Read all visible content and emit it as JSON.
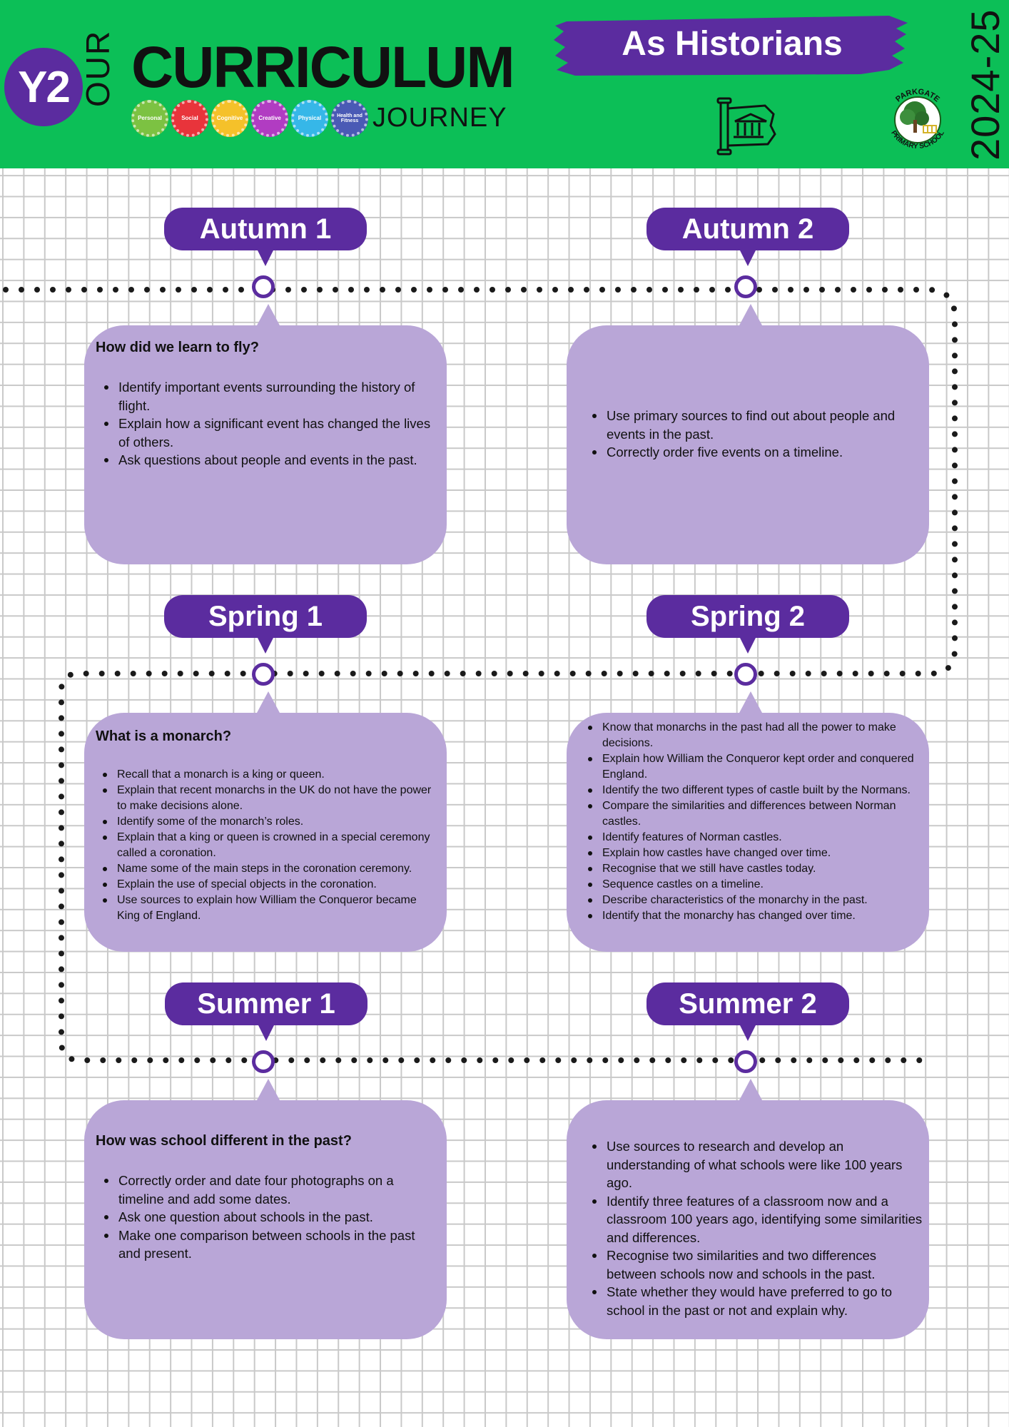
{
  "header": {
    "year_badge": "Y2",
    "our": "OUR",
    "curriculum": "CURRICULUM",
    "journey": "JOURNEY",
    "gears": [
      {
        "label": "Personal",
        "color": "#7cc242"
      },
      {
        "label": "Social",
        "color": "#e8343b"
      },
      {
        "label": "Cognitive",
        "color": "#f5c12a"
      },
      {
        "label": "Creative",
        "color": "#b13cc2"
      },
      {
        "label": "Physical",
        "color": "#36b7e8"
      },
      {
        "label": "Health and Fitness",
        "color": "#4a5ab5"
      }
    ],
    "subject": "As Historians",
    "academic_year": "2024-25",
    "school_name_top": "PARKGATE",
    "school_name_bottom": "PRIMARY SCHOOL",
    "brand_green": "#0cbf57",
    "brand_purple": "#5b2c9f",
    "box_lilac": "#b9a6d7"
  },
  "terms": [
    {
      "name": "Autumn 1",
      "question": "How did we learn to fly?",
      "points": [
        "Identify important events surrounding the history of flight.",
        "Explain how a significant event has changed the lives of others.",
        "Ask questions about people and events in the past."
      ]
    },
    {
      "name": "Autumn 2",
      "question": "",
      "points": [
        "Use primary sources to find out about people and events in the past.",
        "Correctly order five events on a timeline."
      ]
    },
    {
      "name": "Spring 1",
      "question": "What is a monarch?",
      "points": [
        "Recall that a monarch is a king or queen.",
        "Explain that recent monarchs in the UK do not have the power to make decisions alone.",
        "Identify some of the monarch’s roles.",
        "Explain that a king or queen is crowned in a special ceremony called a coronation.",
        "Name some of the main steps in the coronation ceremony.",
        "Explain the use of special objects in the coronation.",
        "Use sources to explain how William the Conqueror became King of England."
      ]
    },
    {
      "name": "Spring 2",
      "question": "",
      "points": [
        "Know that monarchs in the past had all the power to make decisions.",
        "Explain how William the Conqueror kept order and conquered England.",
        "Identify the two different types of castle built by the Normans.",
        "Compare the similarities and differences between Norman castles.",
        "Identify features of Norman castles.",
        "Explain how castles have changed over time.",
        "Recognise that we still have castles today.",
        "Sequence castles on a timeline.",
        "Describe characteristics of the monarchy in the past.",
        "Identify that the monarchy has changed over time."
      ]
    },
    {
      "name": "Summer 1",
      "question": "How was school different in the past?",
      "points": [
        "Correctly order and date four photographs on a timeline and add some dates.",
        "Ask one question about schools in the past.",
        "Make one comparison between schools in the past and present."
      ]
    },
    {
      "name": "Summer 2",
      "question": "",
      "points": [
        "Use sources to research and develop an understanding of what schools were like 100 years ago.",
        "Identify three features of a classroom now and a classroom 100 years ago, identifying some similarities and differences.",
        "Recognise two similarities and two differences between schools now and schools in the past.",
        "State whether they would have preferred to go to school in the past or not and explain why."
      ]
    }
  ]
}
